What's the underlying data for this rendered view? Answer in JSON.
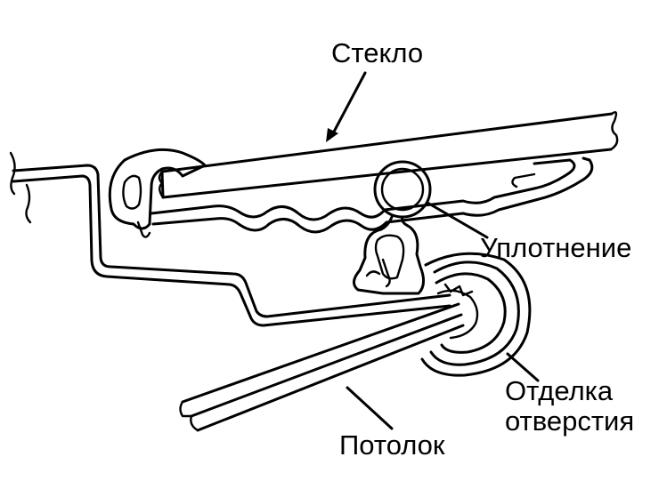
{
  "labels": {
    "glass": "Стекло",
    "seal": "Уплотнение",
    "trim_line1": "Отделка",
    "trim_line2": "отверстия",
    "headliner": "Потолок"
  }
}
